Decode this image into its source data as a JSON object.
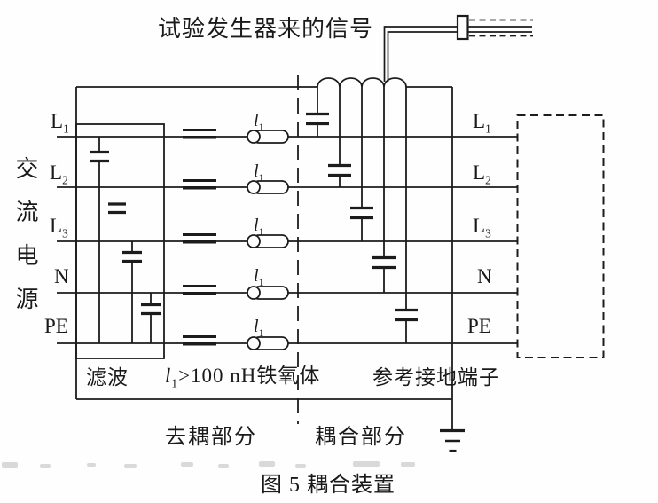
{
  "title": "试验发生器来的信号",
  "ac_source_label": "交流电源",
  "line_labels": [
    {
      "main": "L",
      "sub": "1"
    },
    {
      "main": "L",
      "sub": "2"
    },
    {
      "main": "L",
      "sub": "3"
    },
    {
      "main": "N",
      "sub": ""
    },
    {
      "main": "PE",
      "sub": ""
    }
  ],
  "ferrite_label": {
    "var": "l",
    "sub": "1"
  },
  "annotations": {
    "filter": "滤波",
    "ferrite_note_var": "l",
    "ferrite_note_sub": "1",
    "ferrite_note_rest": ">100 nH铁氧体",
    "reference_ground": "参考接地端子",
    "decoupling_section": "去耦部分",
    "coupling_section": "耦合部分"
  },
  "caption": "图 5 耦合装置",
  "colors": {
    "line": "#1c1c1c",
    "background": "#ffffff"
  }
}
